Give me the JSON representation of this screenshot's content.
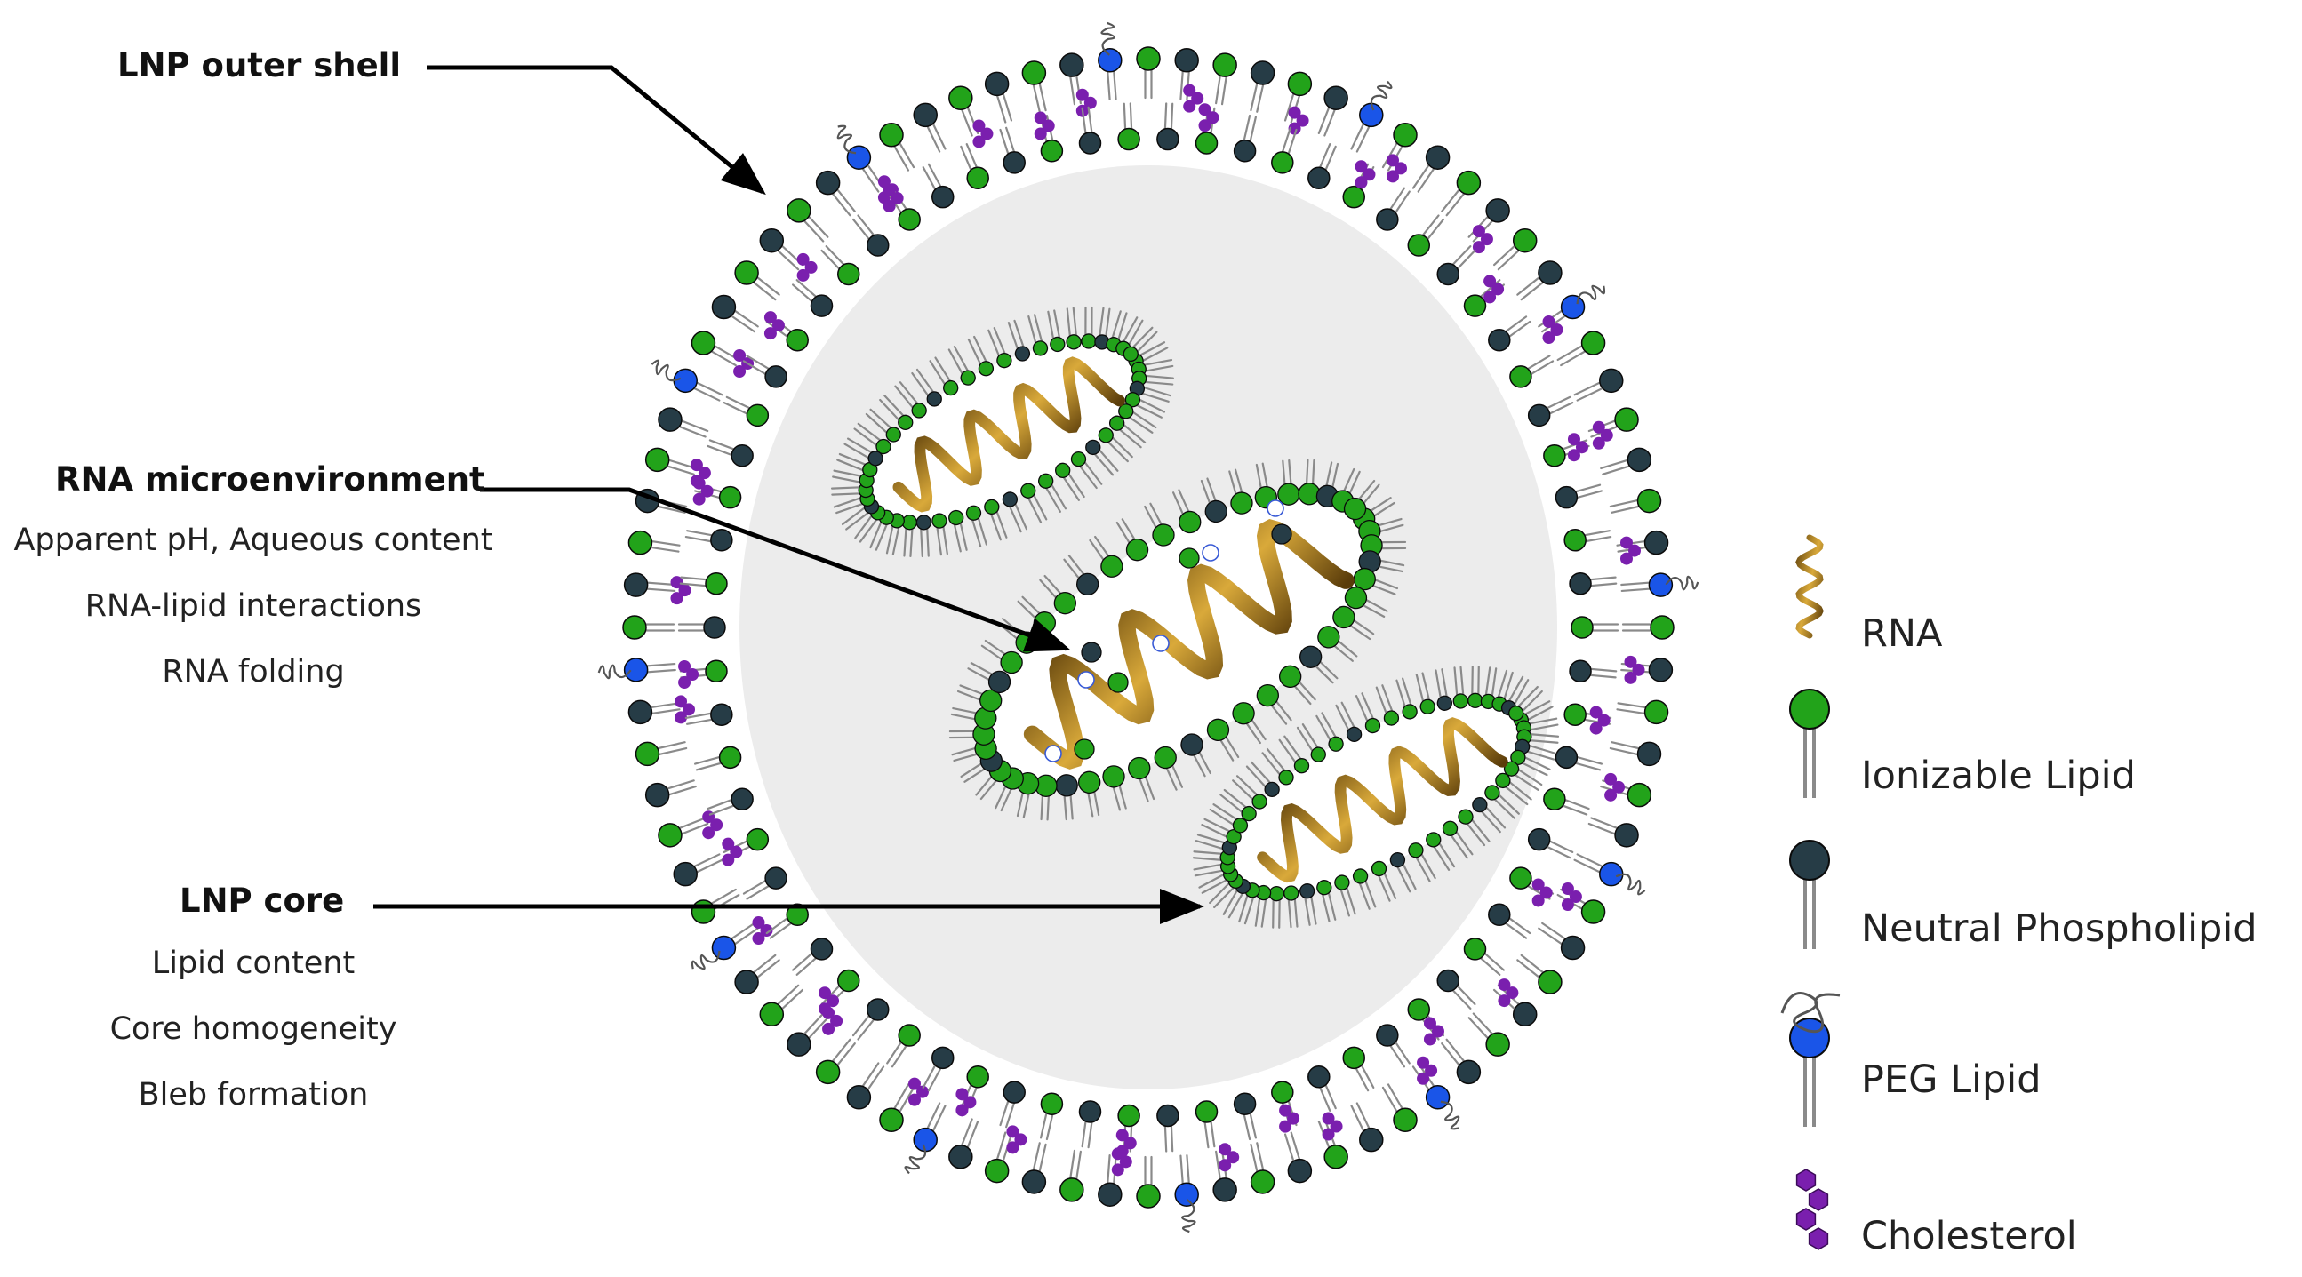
{
  "annotations": {
    "outer_shell": {
      "title": "LNP outer shell"
    },
    "rna_micro": {
      "title": "RNA microenvironment",
      "items": [
        "Apparent pH, Aqueous content",
        "RNA-lipid interactions",
        "RNA folding"
      ]
    },
    "core": {
      "title": "LNP core",
      "items": [
        "Lipid content",
        "Core homogeneity",
        "Bleb formation"
      ]
    }
  },
  "legend": [
    {
      "label": "RNA",
      "icon": "rna-ribbon-icon"
    },
    {
      "label": "Ionizable Lipid",
      "icon": "ionizable-lipid-icon"
    },
    {
      "label": "Neutral Phospholipid",
      "icon": "neutral-phospholipid-icon"
    },
    {
      "label": "PEG Lipid",
      "icon": "peg-lipid-icon"
    },
    {
      "label": "Cholesterol",
      "icon": "cholesterol-icon"
    }
  ],
  "colors": {
    "ionizable": "#22a31a",
    "neutral": "#263c46",
    "peg": "#1a55e8",
    "cholesterol": "#7a1fae",
    "rna": "#b58a1e",
    "core_fill": "#ececec",
    "tail": "#8a8a8a"
  }
}
